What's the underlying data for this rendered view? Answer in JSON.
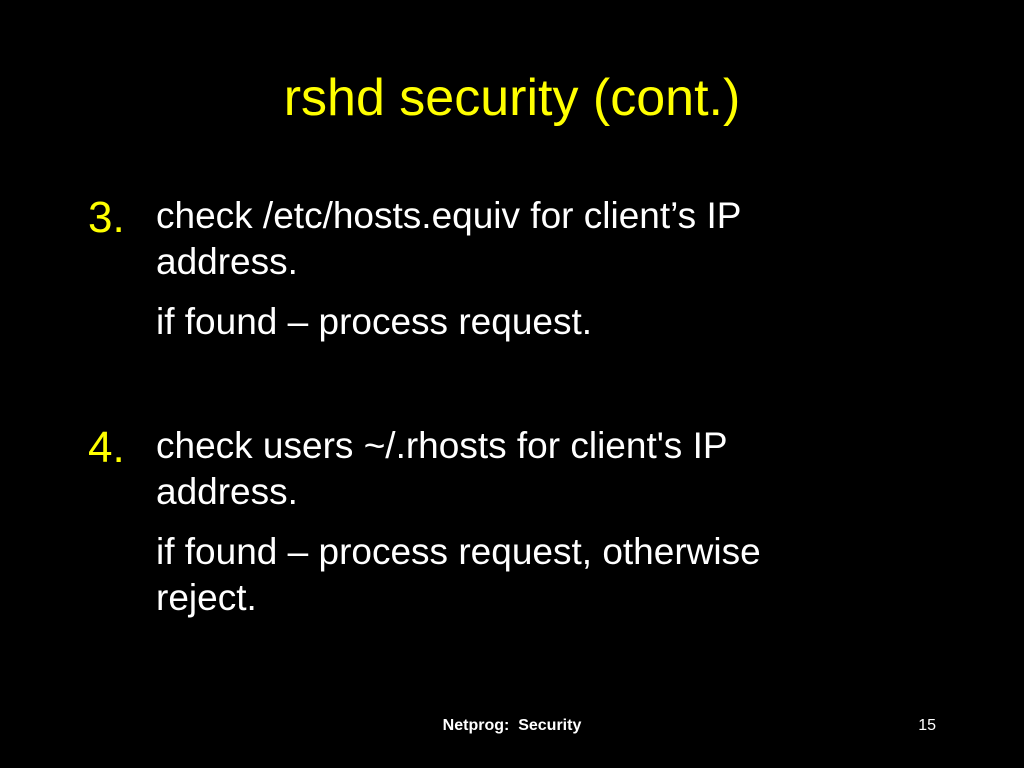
{
  "slide": {
    "title": "rshd security (cont.)",
    "items": [
      {
        "number": "3.",
        "line1": "check /etc/hosts.equiv for client’s IP",
        "line2": "address.",
        "sub": "if found – process request."
      },
      {
        "number": "4.",
        "line1": "check users ~/.rhosts for client's IP",
        "line2": "address.",
        "sub_line1": "if found – process request, otherwise",
        "sub_line2": "reject."
      }
    ],
    "footer": "Netprog:  Security",
    "page_number": "15"
  },
  "colors": {
    "background": "#000000",
    "title": "#FFFF00",
    "number": "#FFFF00",
    "text": "#FFFFFF"
  }
}
